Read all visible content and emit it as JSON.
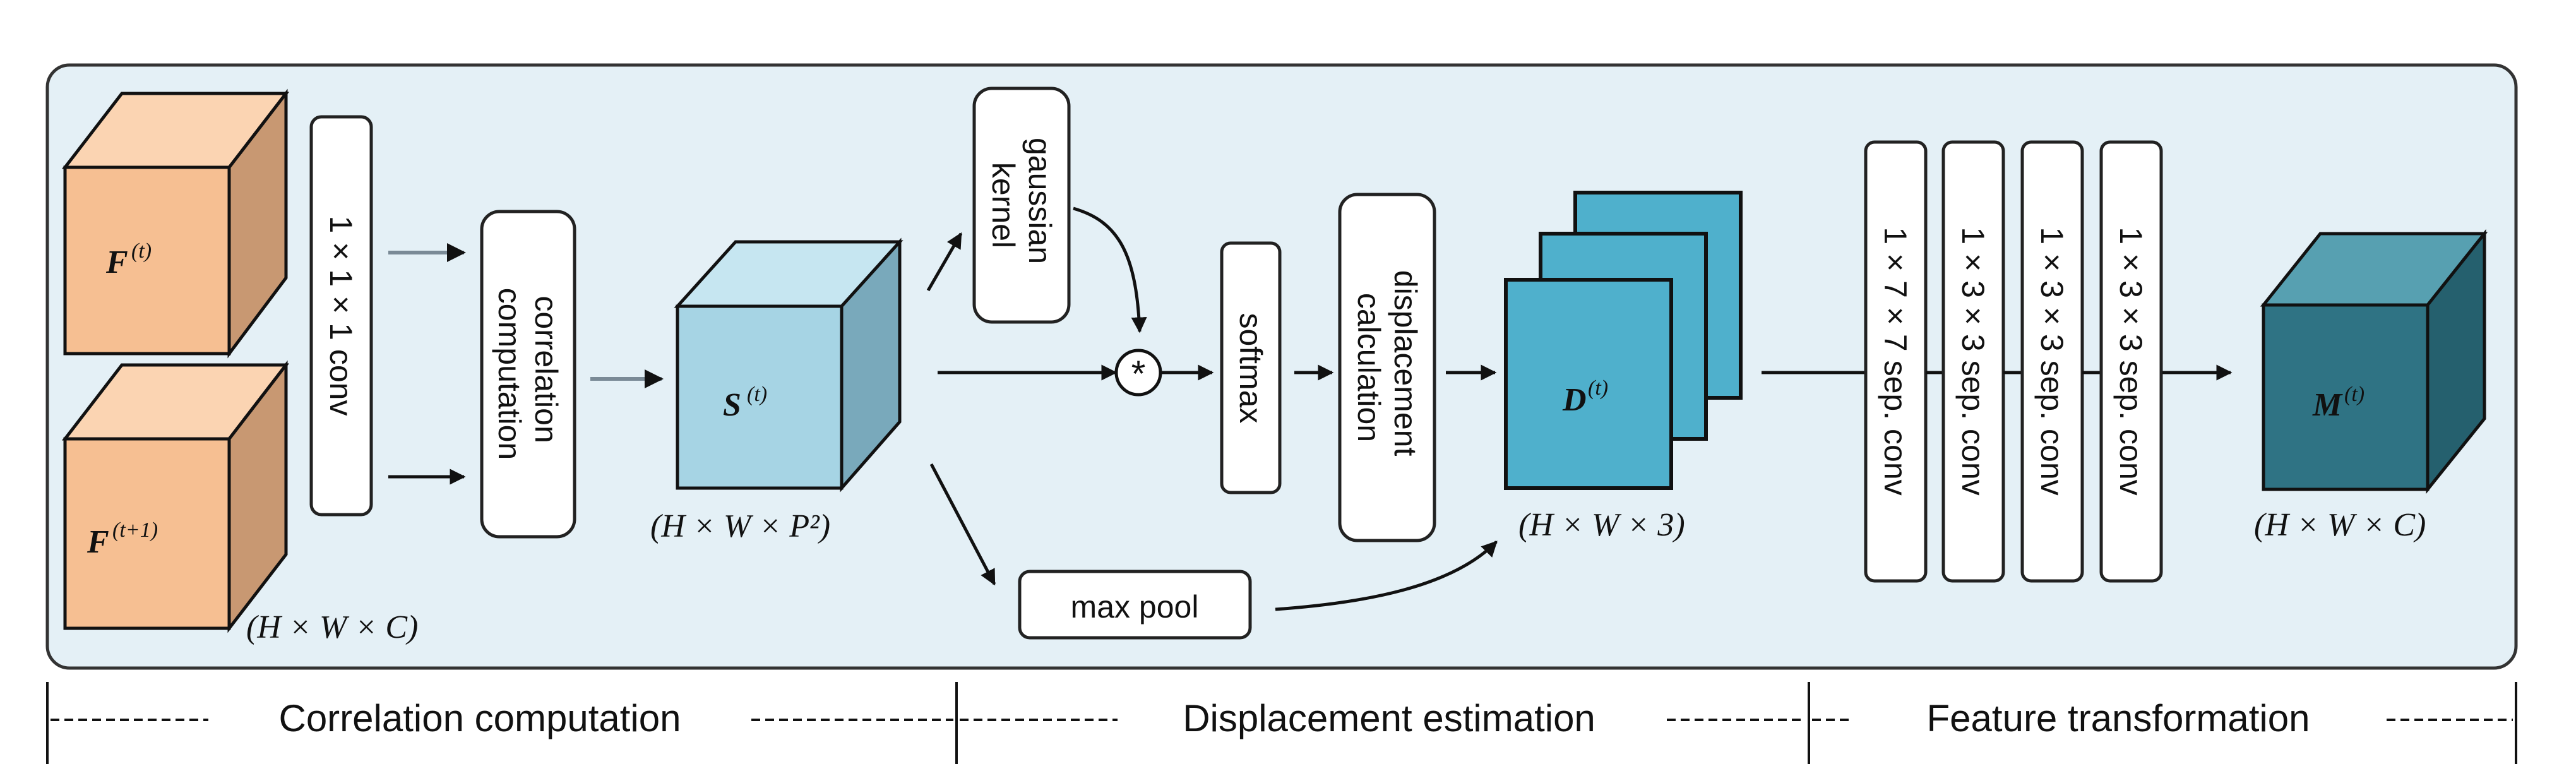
{
  "title": "",
  "inputs": {
    "feature_t": {
      "symbol": "F",
      "superscript": "(t)"
    },
    "feature_t1": {
      "symbol": "F",
      "superscript": "(t+1)"
    },
    "input_dims": "(H × W × C)"
  },
  "conv1x1": {
    "label": "1 × 1 × 1 conv"
  },
  "correlation": {
    "label_line1": "correlation",
    "label_line2": "computation"
  },
  "similarity": {
    "symbol": "S",
    "superscript": "(t)",
    "dims": "(H × W × P²)"
  },
  "gaussian": {
    "label_line1": "gaussian",
    "label_line2": "kernel"
  },
  "multiply": {
    "symbol": "*"
  },
  "softmax": {
    "label": "softmax"
  },
  "displacement_calc": {
    "label_line1": "displacement",
    "label_line2": "calculation"
  },
  "max_pool": {
    "label": "max pool"
  },
  "displacement": {
    "symbol": "D",
    "superscript": "(t)",
    "dims": "(H × W × 3)"
  },
  "sep_convs": [
    {
      "label": "1 × 7 × 7 sep. conv"
    },
    {
      "label": "1 × 3 × 3 sep. conv"
    },
    {
      "label": "1 × 3 × 3 sep. conv"
    },
    {
      "label": "1 × 3 × 3 sep. conv"
    }
  ],
  "motion": {
    "symbol": "M",
    "superscript": "(t)",
    "dims": "(H × W × C)"
  },
  "stages": [
    {
      "label": "Correlation computation"
    },
    {
      "label": "Displacement estimation"
    },
    {
      "label": "Feature transformation"
    }
  ],
  "colors": {
    "panel_fill": "#e4f0f6",
    "panel_stroke": "#333333",
    "input_front": "#f6bf92",
    "input_top": "#fbd4b2",
    "input_side": "#c89872",
    "sim_front": "#a6d4e4",
    "sim_top": "#c6e6f1",
    "sim_side": "#79a9bb",
    "disp_fill": "#4fb0cc",
    "motion_front": "#2f7384",
    "motion_top": "#57a0b1",
    "motion_side": "#25606e"
  }
}
